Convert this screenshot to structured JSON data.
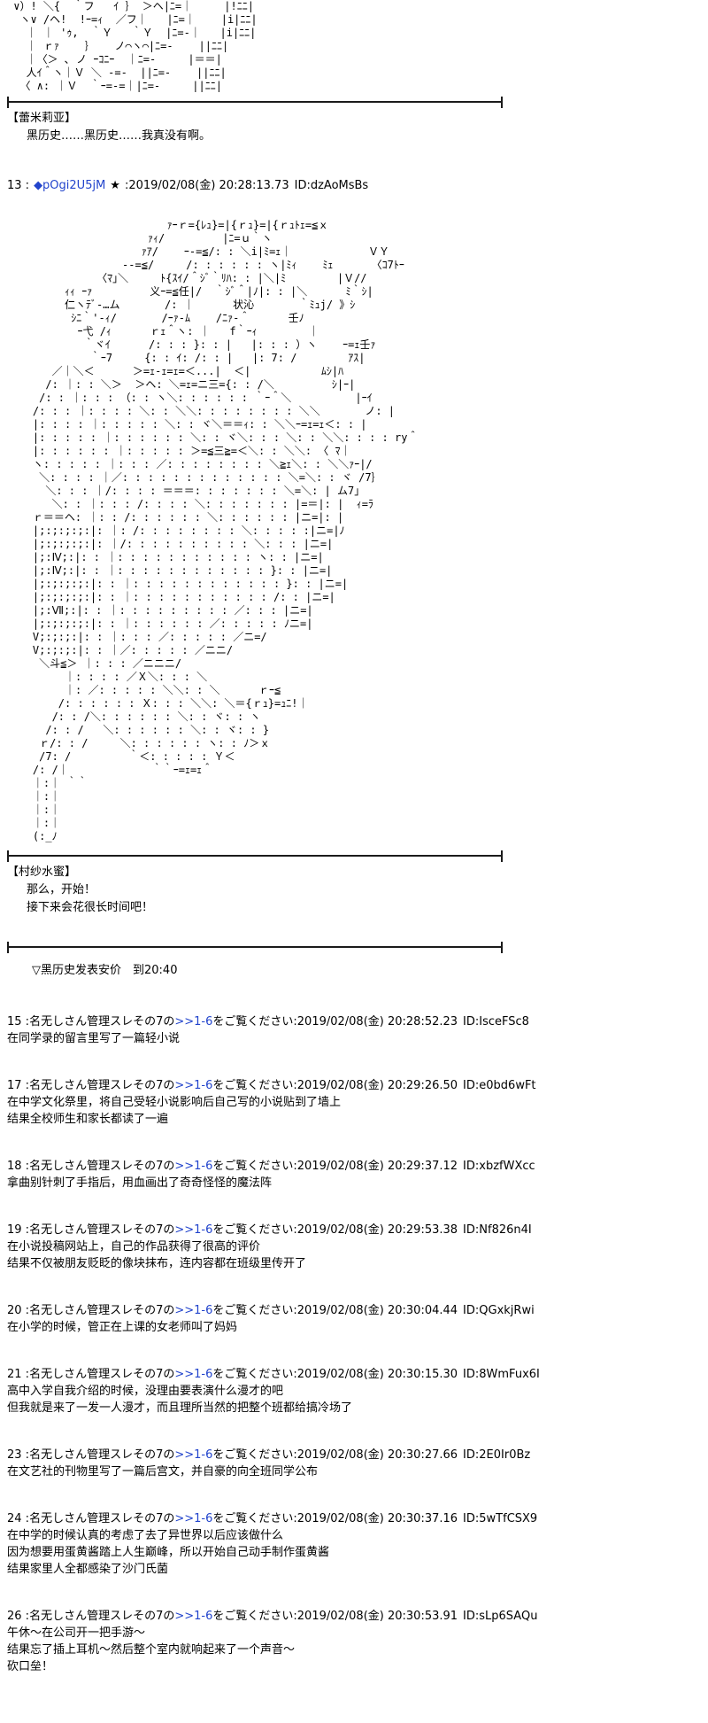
{
  "page": {
    "background": "#ffffff",
    "text_color": "#000000",
    "link_color": "#2244cc",
    "divider_color": "#1b1b1b"
  },
  "aa_top": {
    "lines": [
      " ∨）! ＼{  ｀フ   ｲ ｝ ＞ヘ|ﾆ=｜     |!ﾆﾆ|",
      "  ヽ∨ /ヘ!  !ｰ=ｨ  ／フ｜   |ﾆ=｜    |i|ﾆﾆ|",
      "   ｜ ｜ 'ｩ,  ｀Ｙ   ｀Ｙ  |ﾆ=-｜   |i|ﾆﾆ|",
      "   ｜ ｒｧ    ｝   ノ⌒ヽ⌒|ﾆ=-    ||ﾆﾆ|",
      "   ｜〈＞ ､ ノ ｰｺﾆｰ  ｜ﾆ=-     |＝＝|",
      "   人ｲ＾ヽ｜Ｖ ＼ -=-  ||ﾆ=-    ||ﾆﾆ|",
      "  〈 ∧: ｜Ｖ  ｀ｰ=-=｜|ﾆ=-     ||ﾆﾆ|"
    ]
  },
  "dialogue1": {
    "speaker": "【蕾米莉亚】",
    "lines": [
      "黑历史……黑历史……我真没有啊。"
    ]
  },
  "post13": {
    "number": "13 :",
    "name": "◆pOgi2U5jM",
    "star": "★",
    "datetime": ":2019/02/08(金) 20:28:13.73",
    "id": "ID:dzAoMsBs",
    "aa_lines": [
      "                         ｧｰｒ={ﾚｭ}=|{ｒｭ}=|{ｒｭﾄｪ=≦ｘ",
      "                      ｧｨ/         |ﾆ=ｕ｀ヽ",
      "                     ｧｱ/    ｰ-=≦/: : ＼i|ﾐ=ｪ｜            ＶＹ",
      "                  --=≦/     /: : : : : : ヽ|ﾐｨ    ﾐｪ      〈ｺ7ﾄｰ",
      "              〈ﾏ｣＼     ﾄ{ｽｲ/＾ｼﾞ｀ﾘﾊ: : |＼|ﾐ        |Ｖ//",
      "         ｨｨ ｰｧ         义ｰ=≦任|/  ｀ｼﾞ＾|ﾉ|: : |＼      ﾐ｀ｼ|",
      "         仁ヽﾃﾞ-…ム       /: ｜      状沁       ｀ﾐｭj/ 》ｼ",
      "          ｼﾆ｀'-ｨ/       /ｰｧ-ﾑ    /ﾆｧ-＾      壬ﾉ",
      "           ｰ弋 /ｨ      ｒｪ＾ヽ: ｜   f｀ｰｨ        ｜",
      "            ｀ヾｲ      /: : : }: : |   |: : : ）ヽ    ｰ=ｪ壬ｧ",
      "             ｀ｰ7     {: : ｲ: /: : |   |: 7: /        ｱｽ|",
      "       ／｜＼＜      ＞=ｪ-ｪ=ｪ=＜...|  ＜|           ﾑｼ|ﾊ",
      "      /: ｜: : ＼＞  ＞ヘ: ＼=ｪ=ニ三={: : /＼         ｼ|ｰ|",
      "     /: : ｜: : : （: : ヽ＼: : : : : : ｀ｰ＾＼          |ｰｲ",
      "    /: : : ｜: : : : ＼: : ＼＼: : : : : : : : ＼＼       ノ: |",
      "    |: : : : ｜: : : : : ＼: : ヾ＼＝＝ｨ: : ＼＼ｰ=ｪ=ｪ＜: : |",
      "    |: : : : : ｜: : : : : : ＼: : ヾ＼: : : ＼: : ＼＼: : : : ry＾",
      "    |: : : : : : ｜: : : : : ＞=≦三≧=＜＼: : ＼＼: 〈 ﾏ｜",
      "    ヽ: : : : : ｜: : : ／: : : : : : : : ＼≧ｪ＼: : ＼＼ｧｰ|/",
      "     ＼: : : : ｜／: : : : : : : : : : : : : ＼=＼: : ヾ /7｝",
      "      ＼: : : ｜/: : : : ＝＝＝: : : : : : : ＼=＼: | ム7｣",
      "       ＼: : ｜: : : /: : : : ＼: : : : : : : |=＝|: |  ｨ=ﾗ",
      "    ｒ＝＝ヘ: ｜: : /: : : : : : ＼: : : : : : |ニ=|: |",
      "    |;:;:;:;:|: ｜: /: : : : : : : : ＼: : : : :|ニ=|ﾉ",
      "    |;:;:;:;:|: ｜/: : : : : : : : : : ＼: : : |ニ=|",
      "    |;:Ⅳ;:|: : ｜: : : : : : : : : : : ヽ: : |ニ=|",
      "    |;:Ⅳ;:|: : ｜: : : : : : : : : : : : }: : |ニ=|",
      "    |;:;:;:;:|: : ｜: : : : : : : : : : : : }: : |ニ=|",
      "    |;:;:;:;:|: : ｜: : : : : : : : : : : /: : |ニ=|",
      "    |;:Ⅶ;:|: : ｜: : : : : : : : : ／: : : |ニ=|",
      "    |;:;:;:;:|: : ｜: : : : : : ／: : : : : ﾉニ=|",
      "    V;:;:;:|: : ｜: : : ／: : : : : ／ニ=/",
      "    V;:;:;:|: : ｜／: : : : : ／ニニ/",
      "     ＼斗≦＞ ｜: : : ／ニニニ/",
      "         ｜: : : : ／Ｘ＼: : : ＼",
      "         ｜: ／: : : : : ＼＼: : ＼      ｒｰ≦",
      "        /: : : : : : Ｘ: : : ＼＼: ＼＝{ｒｭ}=ｭﾆ!｜",
      "       /: : /＼: : : : : : ＼: : ヾ: : ヽ",
      "      /: : /   ＼: : : : : : ＼: : ヾ: : }",
      "     ｒ/: : /     ＼: : : : : : ヽ: : ﾉ＞ｘ",
      "     /7: /         ｀＜: : : : : Ｙ＜",
      "    /: /｜             ｀｀ｰ=ｪ=ｪ＾",
      "    ｜:｜ ｀｀",
      "    ｜:｜",
      "    ｜:｜",
      "    ｜:｜",
      "    (:_ﾉ",
      ""
    ]
  },
  "dialogue2": {
    "speaker": "【村纱水蜜】",
    "lines": [
      "那么，开始！",
      "接下来会花很长时间吧！"
    ]
  },
  "anchor_notice": "▽黑历史发表安价　到20:40",
  "posts": [
    {
      "number": "15 :",
      "name_prefix": "名无しさん管理スレその7の",
      "anchor_link": ">>1-6",
      "name_suffix": "をご覧ください",
      "datetime": ":2019/02/08(金) 20:28:52.23",
      "id": "ID:IsceFSc8",
      "body": [
        "在同学录的留言里写了一篇轻小说"
      ]
    },
    {
      "number": "17 :",
      "name_prefix": "名无しさん管理スレその7の",
      "anchor_link": ">>1-6",
      "name_suffix": "をご覧ください",
      "datetime": ":2019/02/08(金) 20:29:26.50",
      "id": "ID:e0bd6wFt",
      "body": [
        "在中学文化祭里，将自己受轻小说影响后自己写的小说贴到了墙上",
        "结果全校师生和家长都读了一遍"
      ]
    },
    {
      "number": "18 :",
      "name_prefix": "名无しさん管理スレその7の",
      "anchor_link": ">>1-6",
      "name_suffix": "をご覧ください",
      "datetime": ":2019/02/08(金) 20:29:37.12",
      "id": "ID:xbzfWXcc",
      "body": [
        "拿曲别针刺了手指后，用血画出了奇奇怪怪的魔法阵"
      ]
    },
    {
      "number": "19 :",
      "name_prefix": "名无しさん管理スレその7の",
      "anchor_link": ">>1-6",
      "name_suffix": "をご覧ください",
      "datetime": ":2019/02/08(金) 20:29:53.38",
      "id": "ID:Nf826n4I",
      "body": [
        "在小说投稿网站上，自己的作品获得了很高的评价",
        "结果不仅被朋友贬眨的像块抹布，连内容都在班级里传开了"
      ]
    },
    {
      "number": "20 :",
      "name_prefix": "名无しさん管理スレその7の",
      "anchor_link": ">>1-6",
      "name_suffix": "をご覧ください",
      "datetime": ":2019/02/08(金) 20:30:04.44",
      "id": "ID:QGxkjRwi",
      "body": [
        "在小学的时候，管正在上课的女老师叫了妈妈"
      ]
    },
    {
      "number": "21 :",
      "name_prefix": "名无しさん管理スレその7の",
      "anchor_link": ">>1-6",
      "name_suffix": "をご覧ください",
      "datetime": ":2019/02/08(金) 20:30:15.30",
      "id": "ID:8WmFux6I",
      "body": [
        "高中入学自我介绍的时候，没理由要表演什么漫才的吧",
        "但我就是来了一发一人漫才，而且理所当然的把整个班都给搞冷场了"
      ]
    },
    {
      "number": "23 :",
      "name_prefix": "名无しさん管理スレその7の",
      "anchor_link": ">>1-6",
      "name_suffix": "をご覧ください",
      "datetime": ":2019/02/08(金) 20:30:27.66",
      "id": "ID:2E0Ir0Bz",
      "body": [
        "在文艺社的刊物里写了一篇后宫文，并自豪的向全班同学公布"
      ]
    },
    {
      "number": "24 :",
      "name_prefix": "名无しさん管理スレその7の",
      "anchor_link": ">>1-6",
      "name_suffix": "をご覧ください",
      "datetime": ":2019/02/08(金) 20:30:37.16",
      "id": "ID:5wTfCSX9",
      "body": [
        "在中学的时候认真的考虑了去了异世界以后应该做什么",
        "因为想要用蛋黄酱踏上人生巅峰，所以开始自己动手制作蛋黄酱",
        "结果家里人全都感染了沙门氏菌"
      ]
    },
    {
      "number": "26 :",
      "name_prefix": "名无しさん管理スレその7の",
      "anchor_link": ">>1-6",
      "name_suffix": "をご覧ください",
      "datetime": ":2019/02/08(金) 20:30:53.91",
      "id": "ID:sLp6SAQu",
      "body": [
        "午休～在公司开一把手游～",
        "结果忘了插上耳机～然后整个室内就响起来了一个声音～",
        "砍口垒！"
      ]
    }
  ]
}
